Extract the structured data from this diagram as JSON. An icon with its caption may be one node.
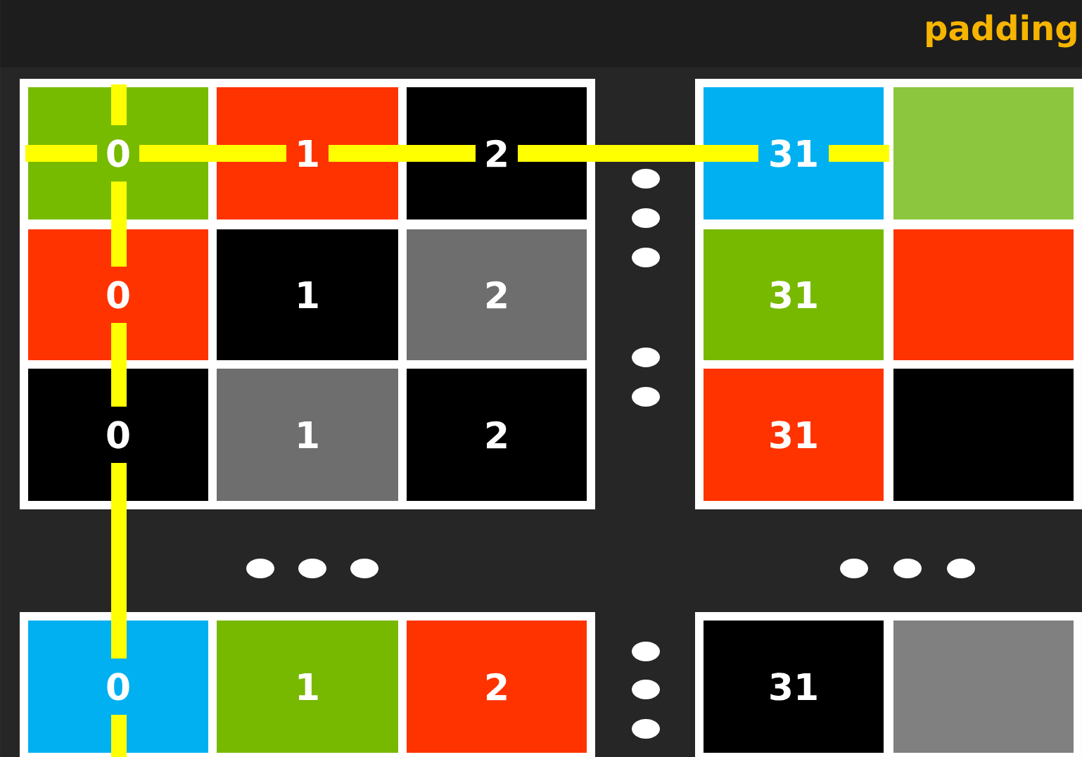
{
  "diagram": {
    "nodes": [
      {
        "text": [
          "0"
        ]
      },
      {
        "text": [
          "1"
        ]
      },
      {
        "text": [
          "2"
        ]
      },
      {
        "text": [
          "31"
        ]
      },
      {
        "text": [],
        "shape": "box"
      },
      {
        "text": [
          "0"
        ]
      },
      {
        "text": [
          "1"
        ]
      },
      {
        "text": [
          "2"
        ]
      },
      {
        "text": [
          "31"
        ]
      },
      {
        "text": [],
        "shape": "box"
      },
      {
        "text": [
          "0"
        ]
      },
      {
        "text": [
          "1"
        ]
      },
      {
        "text": [
          "2"
        ]
      },
      {
        "text": [
          "31"
        ]
      },
      {
        "text": [],
        "shape": "box"
      },
      {
        "text": [
          "0"
        ]
      },
      {
        "text": [
          "1"
        ]
      },
      {
        "text": [
          "2"
        ]
      },
      {
        "text": [
          "31"
        ]
      },
      {
        "text": [],
        "shape": "box"
      }
    ],
    "labels": [
      "padding"
    ]
  }
}
